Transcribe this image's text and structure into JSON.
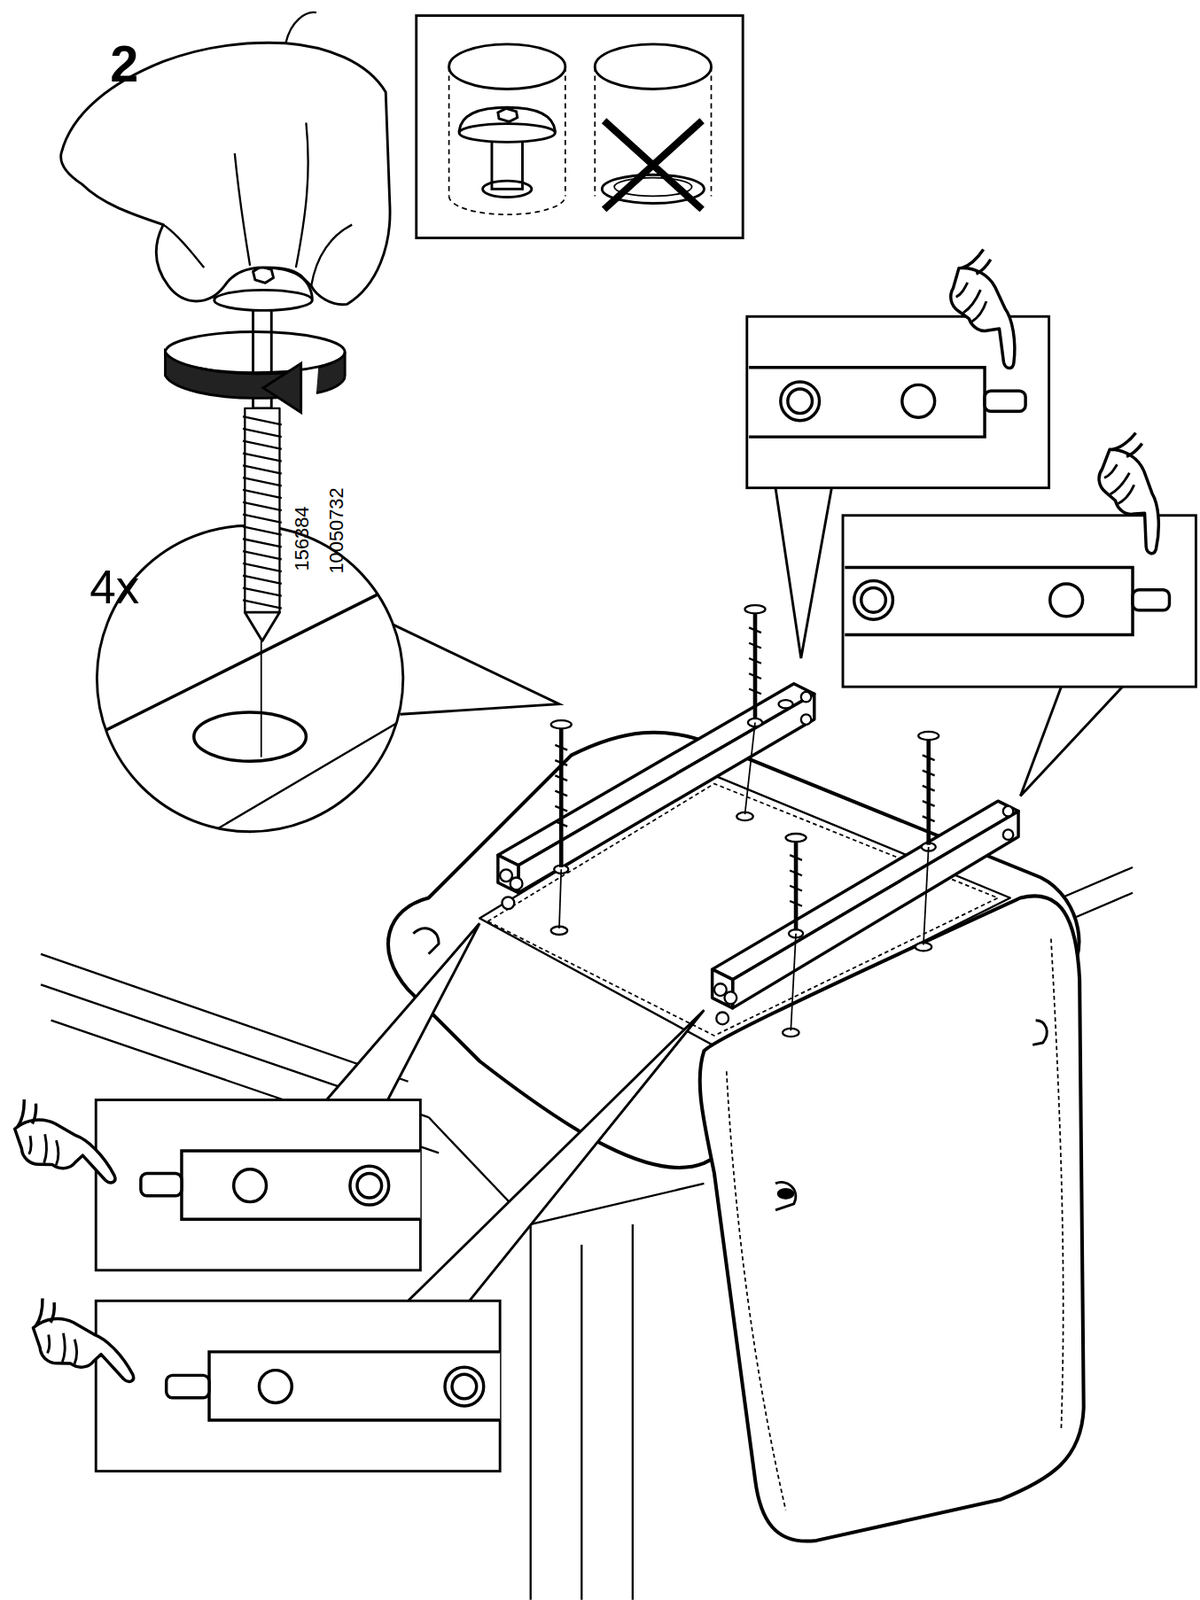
{
  "diagram": {
    "labels": [
      "2",
      "4x",
      "156384",
      "10050732"
    ]
  }
}
